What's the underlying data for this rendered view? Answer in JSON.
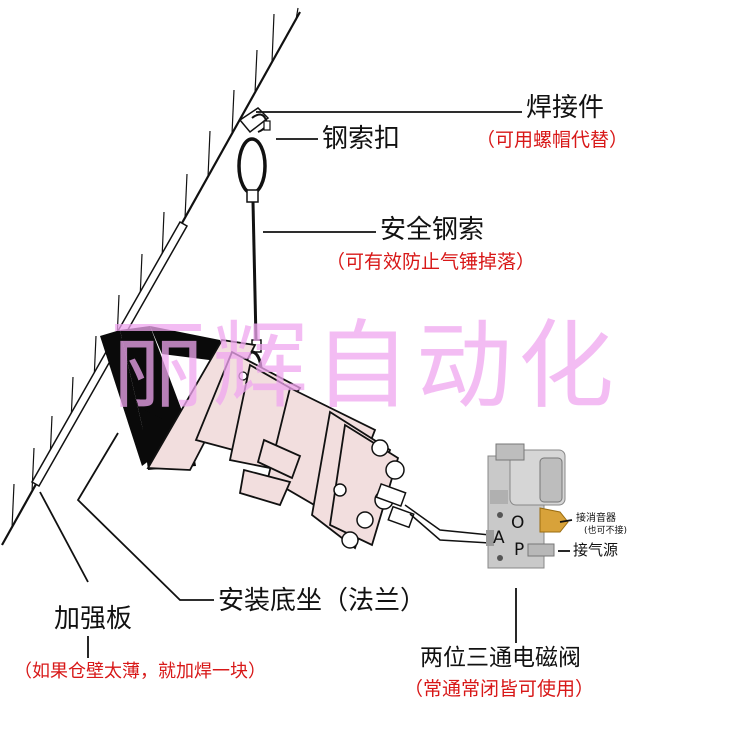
{
  "watermark": "丽辉自动化",
  "labels": {
    "weld_part": "焊接件",
    "weld_part_note": "（可用螺帽代替）",
    "rope_clip": "钢索扣",
    "safety_rope": "安全钢索",
    "safety_rope_note": "（可有效防止气锤掉落）",
    "base_flange": "安装底坐（法兰）",
    "reinforce_plate": "加强板",
    "reinforce_plate_note": "（如果仓壁太薄，就加焊一块）",
    "valve": "两位三通电磁阀",
    "valve_note": "（常通常闭皆可使用）",
    "muffler": "接消音器",
    "muffler_note": "(也可不接)",
    "air_source": "接气源",
    "port_o": "O",
    "port_a": "A",
    "port_p": "P"
  },
  "colors": {
    "text": "#111111",
    "note_red": "#d81818",
    "watermark": "#f0a6f0",
    "hammer_fill": "#f2dede",
    "flange_black": "#0a0a0a",
    "valve_gray": "#c9c9c9",
    "brass": "#d8a23a"
  }
}
